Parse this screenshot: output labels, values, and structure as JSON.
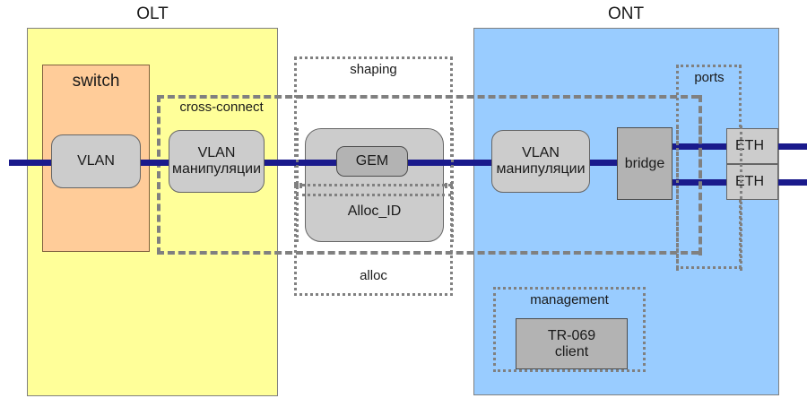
{
  "diagram": {
    "title_olt": "OLT",
    "title_ont": "ONT"
  },
  "olt": {
    "label": "OLT",
    "switch": {
      "label": "switch",
      "vlan": "VLAN"
    },
    "cross_connect": {
      "label": "cross-connect",
      "vlan_manipulation": "VLAN\nманипуляции"
    }
  },
  "middle": {
    "shaping": {
      "label": "shaping"
    },
    "alloc": {
      "label": "alloc"
    },
    "gem": "GEM",
    "alloc_id": "Alloc_ID"
  },
  "ont": {
    "label": "ONT",
    "vlan_manipulation": "VLAN\nманипуляции",
    "bridge": "bridge",
    "ports": {
      "label": "ports",
      "items": [
        {
          "label": "ETH"
        },
        {
          "label": "ETH"
        }
      ]
    },
    "management": {
      "label": "management",
      "client": "TR-069\nclient"
    }
  },
  "colors": {
    "olt_fill": "#FFFF99",
    "ont_fill": "#99CCFF",
    "switch_fill": "#FFCC99",
    "node_fill": "#CCCCCC",
    "node_dark_fill": "#B3B3B3",
    "link": "#1A1A8C",
    "region_border": "#808080"
  }
}
